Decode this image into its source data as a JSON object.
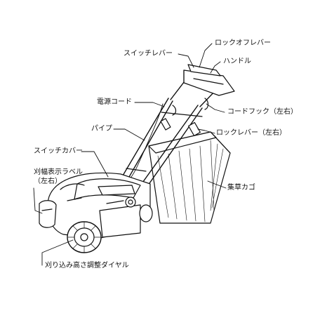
{
  "labels": {
    "lock_off_lever": "ロックオフレバー",
    "switch_lever": "スイッチレバー",
    "handle": "ハンドル",
    "power_cord": "電源コード",
    "cord_hook": "コードフック（左右）",
    "pipe": "パイプ",
    "lock_lever": "ロックレバー（左右）",
    "switch_cover": "スイッチカバー",
    "cut_width_label_line1": "刈幅表示ラベル",
    "cut_width_label_line2": "（左右）",
    "grass_box": "集草カゴ",
    "height_dial": "刈り込み高さ調整ダイヤル"
  },
  "colors": {
    "ink": "#111111",
    "fill": "#ffffff",
    "shade": "#d9d9d9"
  }
}
